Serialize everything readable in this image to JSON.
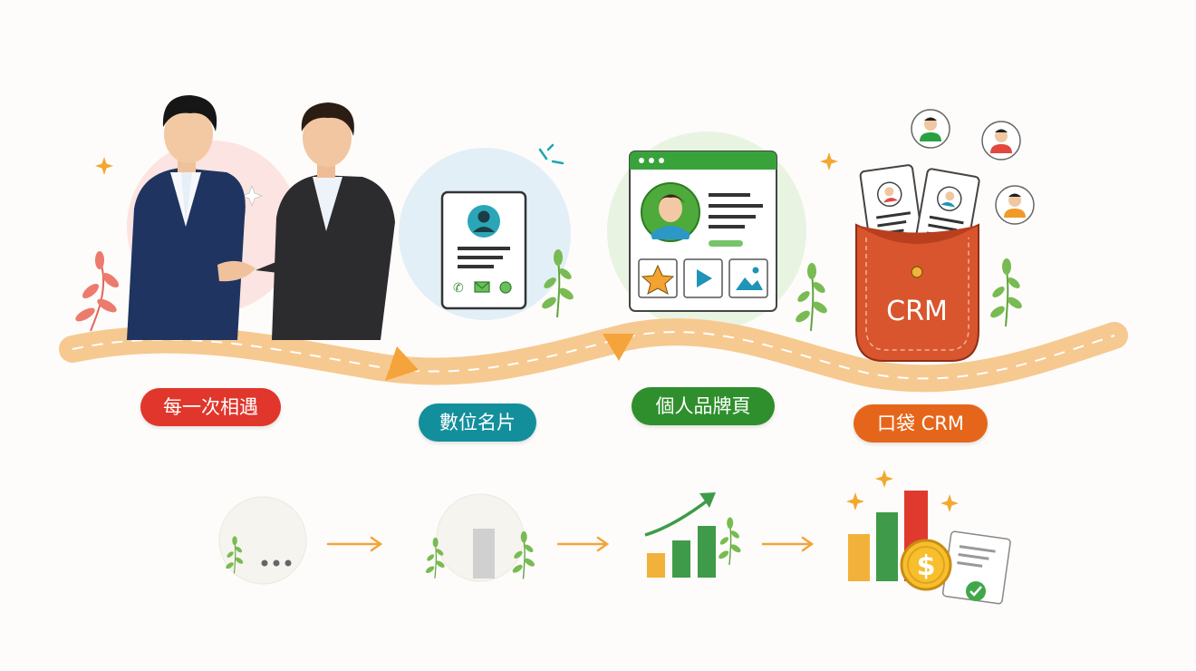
{
  "stages": [
    {
      "label": "每一次相遇",
      "color": "#e0362b"
    },
    {
      "label": "數位名片",
      "color": "#138f9c"
    },
    {
      "label": "個人品牌頁",
      "color": "#2f8f2c"
    },
    {
      "label": "口袋 CRM",
      "color": "#e5661b"
    }
  ],
  "pocket_label": "CRM",
  "coin_symbol": "$",
  "growth_icons": [
    "dots-placeholder-icon",
    "single-bar-icon",
    "rising-bars-icon",
    "revenue-bars-coin-icon"
  ],
  "colors": {
    "road": "#f6c990",
    "road_dash": "#ffffff",
    "arrow": "#f4a43a",
    "leaf": "#6bb24a"
  }
}
